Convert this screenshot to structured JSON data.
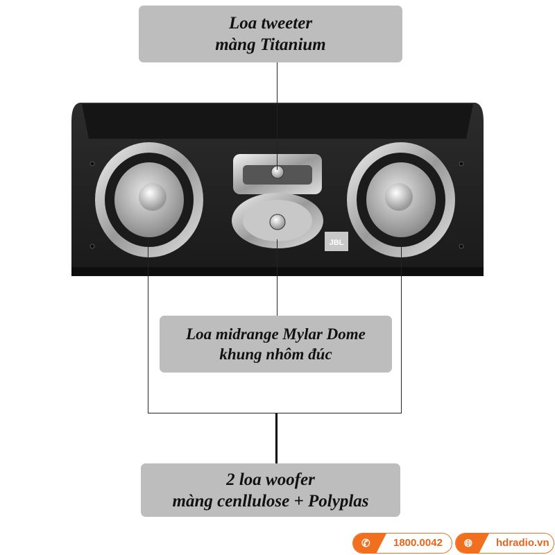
{
  "labels": {
    "tweeter": [
      "Loa tweeter",
      "màng Titanium"
    ],
    "midrange": [
      "Loa midrange Mylar Dome",
      "khung nhôm đúc"
    ],
    "woofer": [
      "2 loa woofer",
      "màng cenllulose + Polyplas"
    ]
  },
  "speaker": {
    "brand": "JBL"
  },
  "footer": {
    "phone": "1800.0042",
    "website": "hdradio.vn",
    "phone_icon": "phone-icon",
    "web_icon": "globe-icon",
    "accent": "#f07020"
  }
}
